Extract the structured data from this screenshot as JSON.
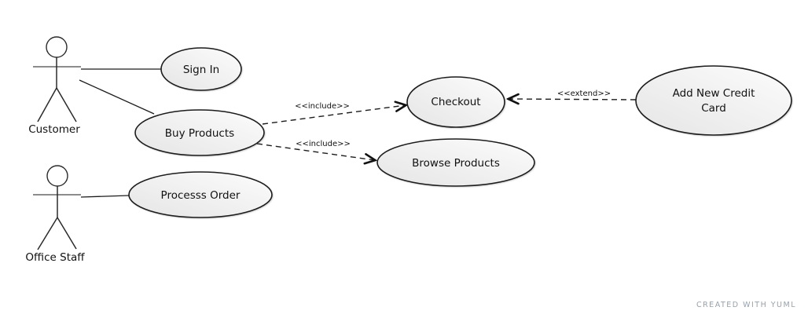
{
  "diagram_type": "uml-use-case",
  "colors": {
    "background": "#ffffff",
    "shape_fill_light": "#fcfcfc",
    "shape_fill_dark": "#e5e5e5",
    "shape_stroke": "#1c1c1c",
    "actor_arm_gray": "#8c8c8c",
    "footer_text": "#97a1ab"
  },
  "actors": [
    {
      "name": "Customer"
    },
    {
      "name": "Office Staff"
    }
  ],
  "use_cases": [
    {
      "label": "Sign In"
    },
    {
      "label": "Buy Products"
    },
    {
      "label": "Processs Order"
    },
    {
      "label": "Checkout"
    },
    {
      "label": "Browse Products"
    },
    {
      "label": "Add New Credit Card",
      "lines": [
        "Add New Credit",
        "Card"
      ]
    }
  ],
  "relationships": {
    "include_buy_checkout": "<<include>>",
    "include_buy_browse": "<<include>>",
    "extend_addcard_checkout": "<<extend>>"
  },
  "footer": "CREATED WITH YUML"
}
